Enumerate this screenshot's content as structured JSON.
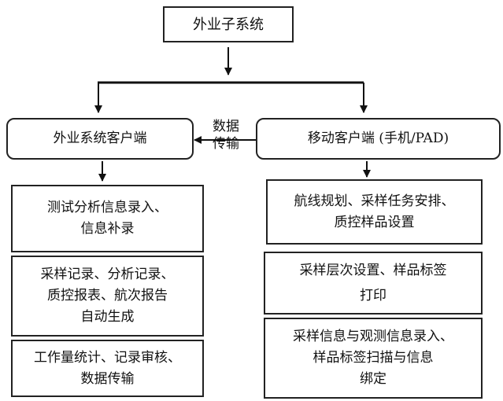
{
  "title_node": {
    "label": "外业子系统"
  },
  "clients": {
    "left": {
      "label": "外业系统客户端"
    },
    "right": {
      "label": "移动客户端 (手机/PAD)"
    }
  },
  "transfer_label": {
    "line1": "数据",
    "line2": "传输"
  },
  "left_modules": [
    {
      "lines": [
        "测试分析信息录入、",
        "信息补录"
      ]
    },
    {
      "lines": [
        "采样记录、分析记录、",
        "质控报表、航次报告",
        "自动生成"
      ]
    },
    {
      "lines": [
        "工作量统计、记录审核、",
        "数据传输"
      ]
    }
  ],
  "right_modules": [
    {
      "lines": [
        "航线规划、采样任务安排、",
        "质控样品设置"
      ]
    },
    {
      "lines": [
        "采样层次设置、样品标签",
        "打印"
      ]
    },
    {
      "lines": [
        "采样信息与观测信息录入、",
        "样品标签扫描与信息",
        "绑定"
      ]
    }
  ]
}
